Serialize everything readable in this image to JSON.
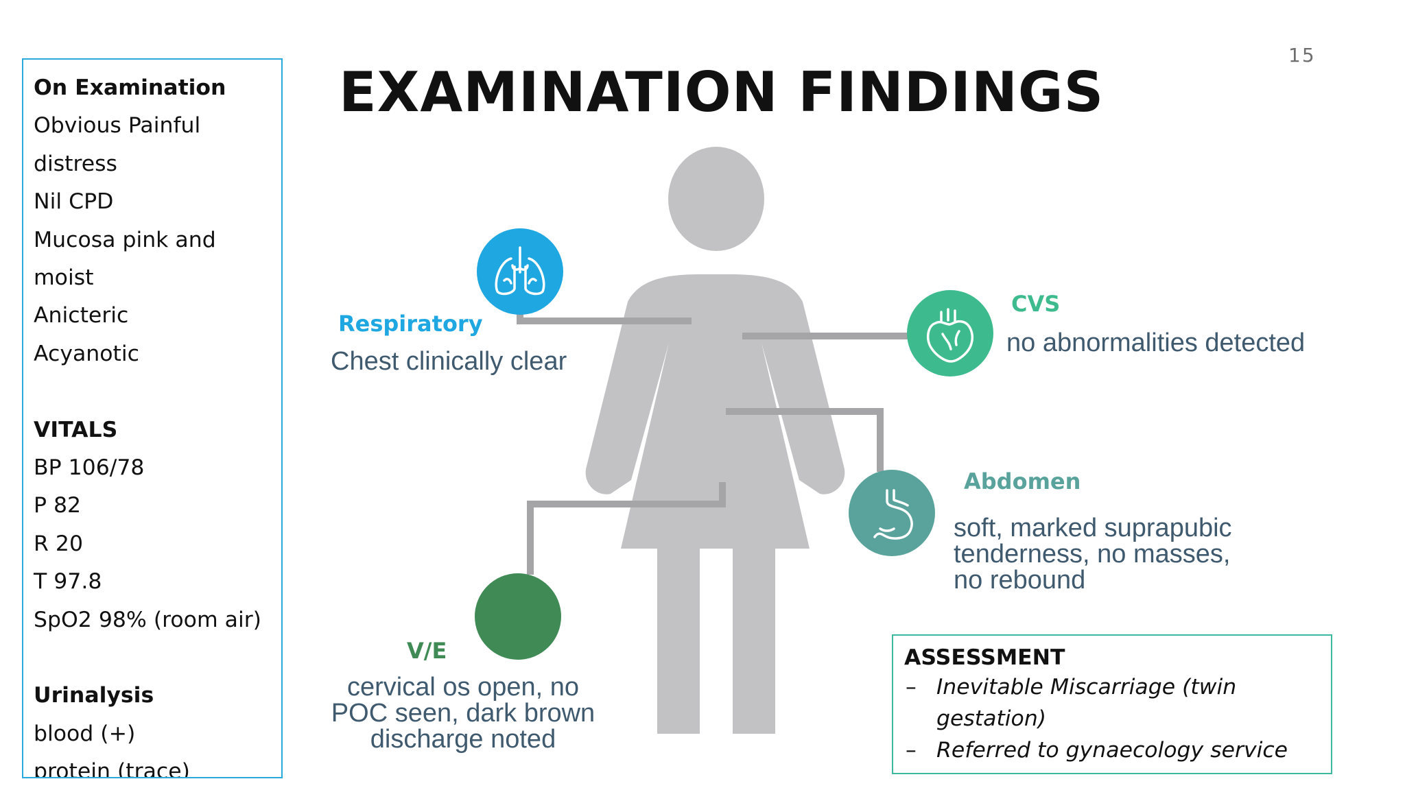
{
  "slide_number": "15",
  "title": "EXAMINATION FINDINGS",
  "exam": {
    "header": "On Examination",
    "lines": [
      "Obvious Painful",
      "distress",
      "Nil CPD",
      "Mucosa pink and",
      "moist",
      "Anicteric",
      "Acyanotic"
    ],
    "vitals_header": "VITALS",
    "vitals": [
      "BP 106/78",
      "P 82",
      "R 20",
      "T 97.8",
      "SpO2 98% (room air)"
    ],
    "urinalysis_header": "Urinalysis",
    "urinalysis": [
      "blood (+)",
      "protein (trace)"
    ]
  },
  "sections": {
    "respiratory": {
      "label": "Respiratory",
      "text": [
        "Chest clinically clear"
      ],
      "color": "#1ea7e1",
      "icon": "lungs-icon"
    },
    "cvs": {
      "label": "CVS",
      "text": [
        "no abnormalities detected"
      ],
      "color": "#3dbb8e",
      "icon": "heart-icon"
    },
    "abdomen": {
      "label": "Abdomen",
      "text": [
        "soft, marked suprapubic",
        "tenderness, no masses,",
        "no rebound"
      ],
      "color": "#5aa39c",
      "icon": "stomach-icon"
    },
    "ve": {
      "label": "V/E",
      "text": [
        "cervical os open, no",
        "POC seen, dark brown",
        "discharge noted"
      ],
      "color": "#3f8a55"
    }
  },
  "assessment": {
    "header": "ASSESSMENT",
    "items": [
      "Inevitable Miscarriage (twin",
      "gestation)",
      "Referred to gynaecology service"
    ]
  },
  "colors": {
    "figure": "#c2c1c3",
    "connector": "#a5a5a8",
    "exam_border": "#2aa9dd",
    "assessment_border": "#3fb8a0"
  }
}
